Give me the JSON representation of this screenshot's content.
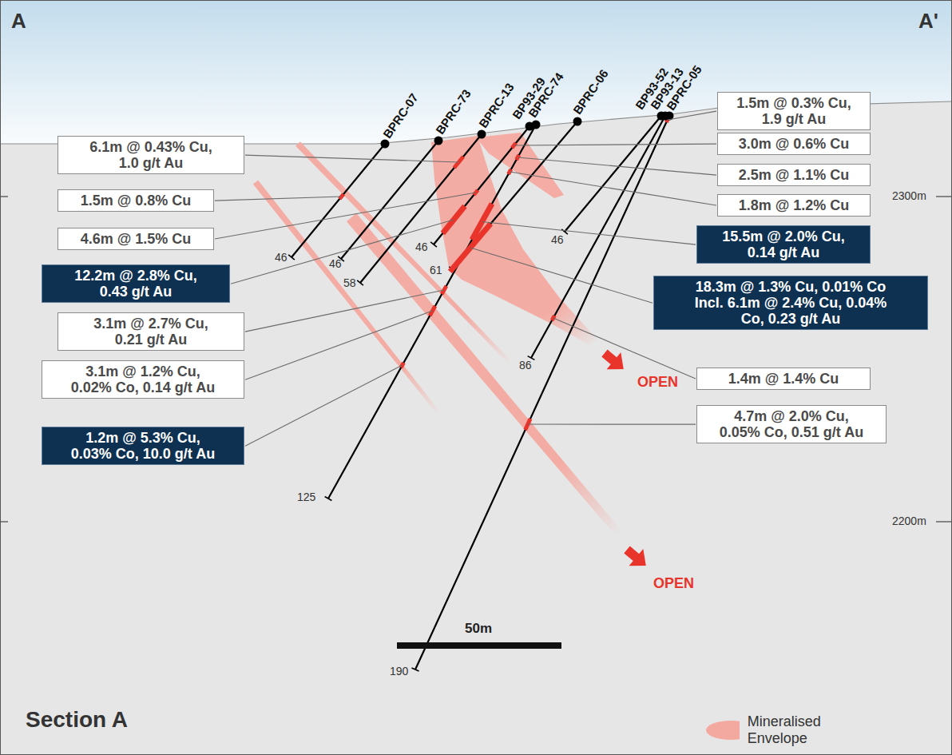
{
  "diagram": {
    "nodes": [
      {
        "text": [
          "6.1m @ 0.43% Cu, 1.0 g/t Au"
        ]
      },
      {
        "text": [
          "1.5m @ 0.8% Cu"
        ]
      },
      {
        "text": [
          "4.6m @ 1.5% Cu"
        ]
      },
      {
        "text": [
          "12.2m @ 2.8% Cu, 0.43 g/t Au"
        ]
      },
      {
        "text": [
          "3.1m @ 2.7% Cu, 0.21 g/t Au"
        ]
      },
      {
        "text": [
          "3.1m @ 1.2% Cu, 0.02% Co, 0.14 g/t Au"
        ]
      },
      {
        "text": [
          "1.2m @ 5.3% Cu, 0.03% Co, 10.0 g/t Au"
        ]
      },
      {
        "text": [
          "1.5m @ 0.3% Cu, 1.9 g/t Au"
        ]
      },
      {
        "text": [
          "3.0m @ 0.6% Cu"
        ]
      },
      {
        "text": [
          "2.5m @ 1.1% Cu"
        ]
      },
      {
        "text": [
          "1.8m @ 1.2% Cu"
        ]
      },
      {
        "text": [
          "15.5m @ 2.0% Cu, 0.14 g/t Au"
        ]
      },
      {
        "text": [
          "18.3m @ 1.3% Cu, 0.01% Co Incl. 6.1m @ 2.4% Cu, 0.04% Co, 0.23 g/t Au"
        ]
      },
      {
        "text": [
          "1.4m @ 1.4% Cu"
        ]
      },
      {
        "text": [
          "4.7m @ 2.0% Cu, 0.05% Co, 0.51 g/t Au"
        ]
      }
    ],
    "labels": [
      "A",
      "A'",
      "BPRC-07",
      "BPRC-73",
      "BPRC-13",
      "BP93-29",
      "BPRC-74",
      "BPRC-06",
      "BP93-52",
      "BP93-13",
      "BPRC-05",
      "46",
      "46",
      "58",
      "46",
      "61",
      "46",
      "86",
      "125",
      "190",
      "2300m",
      "2200m",
      "OPEN",
      "OPEN",
      "50m",
      "Section A"
    ],
    "legend": [
      {
        "text": "Mineralised Envelope",
        "color": "#f4a9a0"
      }
    ]
  }
}
